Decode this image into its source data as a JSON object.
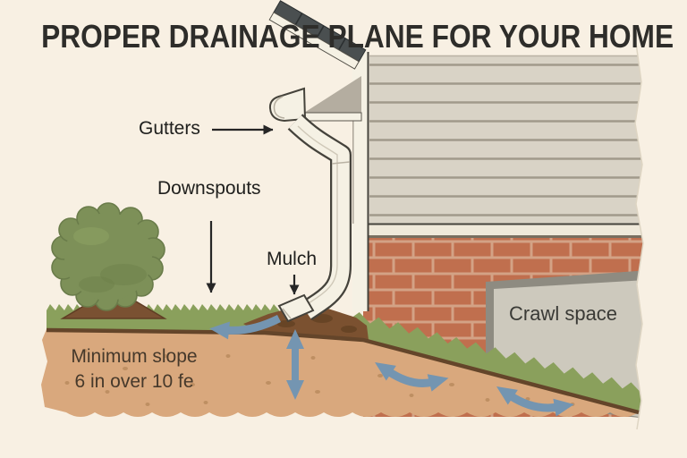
{
  "title": "PROPER DRAINAGE PLANE FOR YOUR HOME",
  "labels": {
    "gutters": "Gutters",
    "downspouts": "Downspouts",
    "mulch": "Mulch",
    "crawl_space": "Crawl space",
    "slope_line1": "Minimum slope",
    "slope_line2": "6 in over 10 fe"
  },
  "colors": {
    "background": "#f8f0e3",
    "title_text": "#2e2d2a",
    "label_text": "#20201e",
    "slope_text": "#46392b",
    "siding": "#d9d3c6",
    "siding_gap": "#a19a8b",
    "trim_white": "#f5f1e4",
    "soffit": "#b4ada0",
    "roof_shingle": "#4a4f50",
    "brick": "#c06f4e",
    "mortar": "#d3a285",
    "concrete_face": "#cdc9bd",
    "concrete_edge": "#8e8b81",
    "grass": "#8aa05c",
    "soil": "#d9a87d",
    "soil_line": "#64452a",
    "mulch": "#7b5130",
    "bush": "#7d9058",
    "water_arrow": "#7495b1",
    "leader_arrow": "#262626"
  },
  "scene_parts": [
    "roof",
    "gutter",
    "downspout",
    "siding-wall",
    "brick-foundation",
    "crawl-space-panel",
    "bush",
    "mulch-bed",
    "lawn",
    "sloped-grade",
    "soil-cross-section",
    "water-flow-arrows"
  ]
}
